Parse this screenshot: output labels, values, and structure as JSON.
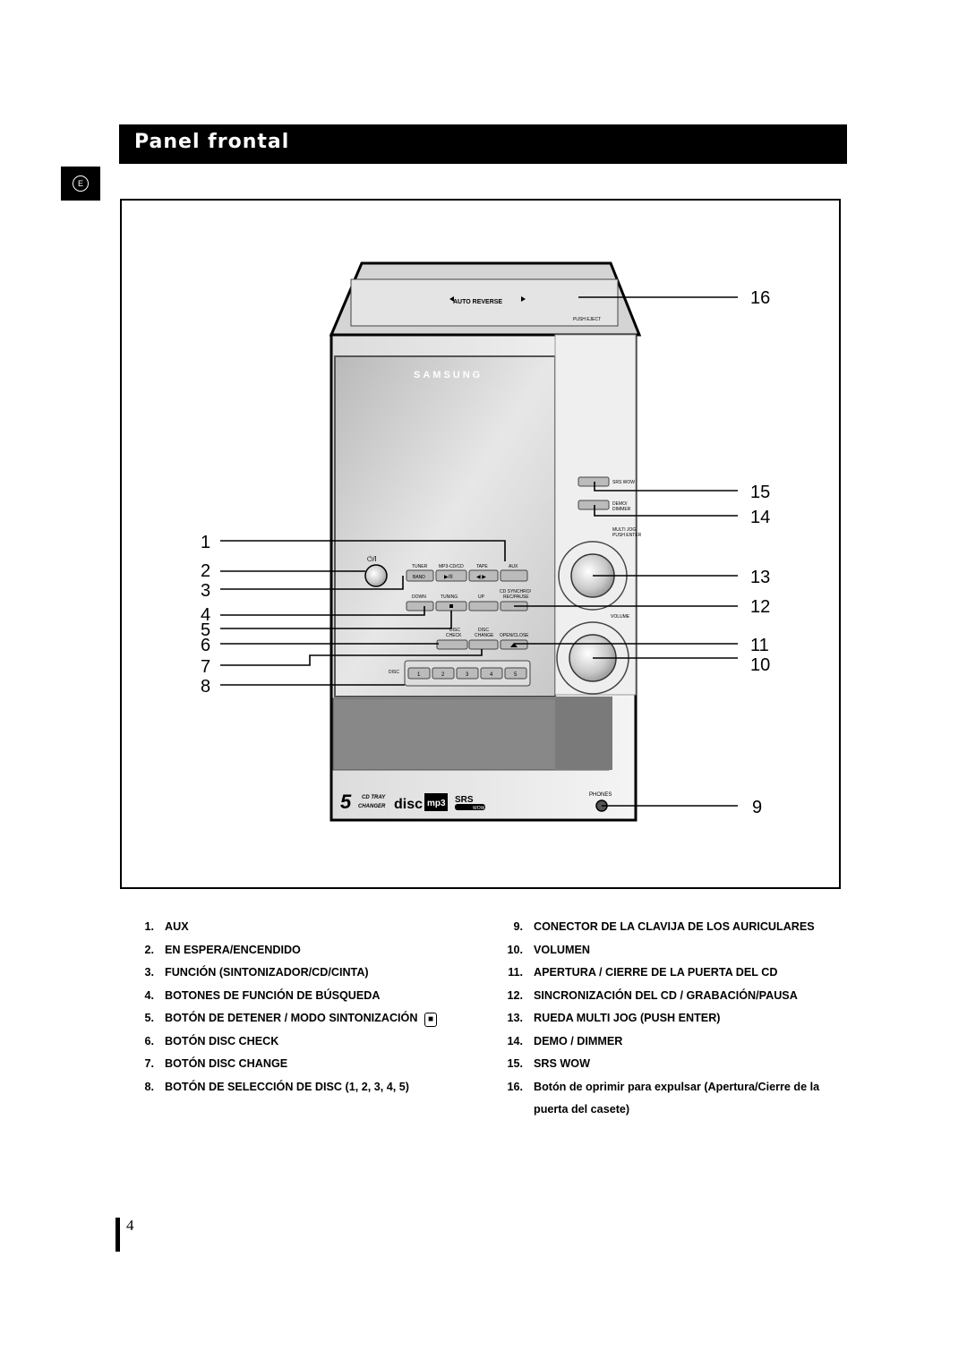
{
  "header": {
    "title": "Panel frontal",
    "language_tab": "E"
  },
  "device": {
    "brand": "SAMSUNG",
    "cassette_label": "AUTO REVERSE",
    "push_eject": "PUSH EJECT",
    "power_symbol": "⏻/I",
    "func_labels": [
      "TUNER",
      "MP3-CD/CD",
      "TAPE",
      "AUX"
    ],
    "band_label": "BAND",
    "play_pause": "▶/II",
    "tape_dir": "◀ ▶",
    "tuning_down": "DOWN",
    "tuning_label": "TUNING",
    "tuning_up": "UP",
    "cd_synchro": "CD SYNCHRO/",
    "rec_pause": "REC/PAUSE",
    "disc_check_1": "DISC",
    "disc_check_2": "CHECK",
    "disc_change_1": "DISC",
    "disc_change_2": "CHANGE",
    "open_close": "OPEN/CLOSE",
    "disc_label": "DISC",
    "disc_numbers": [
      "1",
      "2",
      "3",
      "4",
      "5"
    ],
    "srs_wow": "SRS WOW",
    "demo_1": "DEMO/",
    "demo_2": "DIMMER",
    "multi_jog_1": "MULTI JOG",
    "multi_jog_2": "PUSH ENTER",
    "volume": "VOLUME",
    "phones": "PHONES",
    "logo_5cd_1": "CD TRAY",
    "logo_5cd_2": "CHANGER",
    "logo_disc": "disc",
    "logo_mp3": "mp3",
    "logo_srs": "SRS",
    "logo_wow": "WOW"
  },
  "callouts": {
    "left": [
      "1",
      "2",
      "3",
      "4",
      "5",
      "6",
      "7",
      "8"
    ],
    "right": [
      "16",
      "15",
      "14",
      "13",
      "12",
      "11",
      "10",
      "9"
    ]
  },
  "legend_left": [
    {
      "num": "1.",
      "text": "AUX"
    },
    {
      "num": "2.",
      "text": "EN ESPERA/ENCENDIDO"
    },
    {
      "num": "3.",
      "text": "FUNCIÓN (SINTONIZADOR/CD/CINTA)"
    },
    {
      "num": "4.",
      "text": "BOTONES DE FUNCIÓN DE BÚSQUEDA"
    },
    {
      "num": "5.",
      "text": "BOTÓN DE DETENER / MODO SINTONIZACIÓN",
      "symbol": "■"
    },
    {
      "num": "6.",
      "text": "BOTÓN DISC CHECK"
    },
    {
      "num": "7.",
      "text": "BOTÓN DISC CHANGE"
    },
    {
      "num": "8.",
      "text": "BOTÓN DE SELECCIÓN DE DISC (1, 2, 3, 4, 5)"
    }
  ],
  "legend_right": [
    {
      "num": "9.",
      "text": "CONECTOR DE LA CLAVIJA DE LOS AURICULARES"
    },
    {
      "num": "10.",
      "text": "VOLUMEN"
    },
    {
      "num": "11.",
      "text": "APERTURA / CIERRE DE LA PUERTA DEL CD"
    },
    {
      "num": "12.",
      "text": "SINCRONIZACIÓN DEL CD / GRABACIÓN/PAUSA"
    },
    {
      "num": "13.",
      "text": "RUEDA MULTI JOG (PUSH ENTER)"
    },
    {
      "num": "14.",
      "text": "DEMO / DIMMER"
    },
    {
      "num": "15.",
      "text": "SRS WOW"
    },
    {
      "num": "16.",
      "text": "Botón de oprimir para expulsar (Apertura/Cierre de la puerta del casete)"
    }
  ],
  "page_number": "4"
}
